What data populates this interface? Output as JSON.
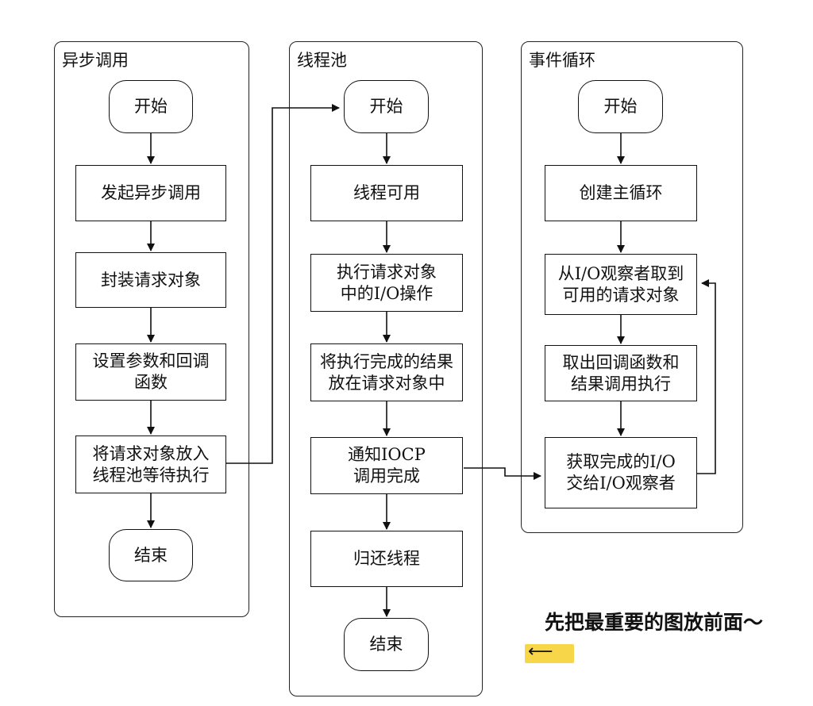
{
  "lanes": {
    "async": {
      "title": "异步调用",
      "start": "开始",
      "step1": "发起异步调用",
      "step2": "封装请求对象",
      "step3": "设置参数和回调\n函数",
      "step4": "将请求对象放入\n线程池等待执行",
      "end": "结束"
    },
    "pool": {
      "title": "线程池",
      "start": "开始",
      "step1": "线程可用",
      "step2": "执行请求对象\n中的I/O操作",
      "step3": "将执行完成的结果\n放在请求对象中",
      "step4": "通知IOCP\n调用完成",
      "step5": "归还线程",
      "end": "结束"
    },
    "loop": {
      "title": "事件循环",
      "start": "开始",
      "step1": "创建主循环",
      "step2": "从I/O观察者取到\n可用的请求对象",
      "step3": "取出回调函数和\n结果调用执行",
      "step4": "获取完成的I/O\n交给I/O观察者"
    }
  },
  "note": {
    "text": "先把最重要的图放前面～",
    "arrow": "⟵"
  },
  "colors": {
    "line": "#111111",
    "highlight": "#f8d64a"
  }
}
